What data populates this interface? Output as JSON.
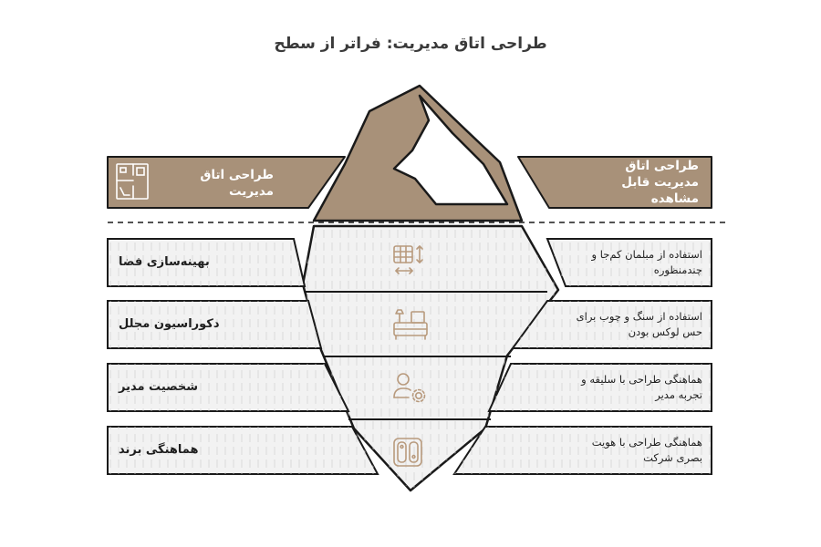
{
  "title": "طراحی اتاق مدیریت: فراتر از سطح",
  "surface": {
    "left_label": "طراحی اتاق مدیریت",
    "right_label": "طراحی اتاق مدیریت قابل مشاهده",
    "left_icon": "floor-plan-icon"
  },
  "layers": [
    {
      "left_label": "بهینه‌سازی فضا",
      "right_label": "استفاده از مبلمان کم‌جا و چندمنظوره",
      "icon": "grid-resize-icon"
    },
    {
      "left_label": "دکوراسیون مجلل",
      "right_label": "استفاده از سنگ و چوب برای حس لوکس بودن",
      "icon": "furniture-icon"
    },
    {
      "left_label": "شخصیت مدیر",
      "right_label": "هماهنگی طراحی با سلیقه و تجربه مدیر",
      "icon": "person-gear-icon"
    },
    {
      "left_label": "هماهنگی برند",
      "right_label": "هماهنگی طراحی با هویت بصری شرکت",
      "icon": "brand-controller-icon"
    }
  ],
  "colors": {
    "brown": "#a89179",
    "ice": "#f2f2f2",
    "outline": "#1a1a1a",
    "icon": "#b89a7d"
  }
}
